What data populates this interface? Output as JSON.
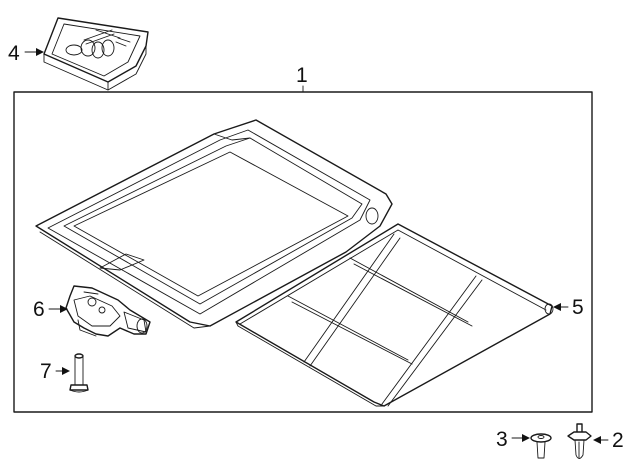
{
  "diagram": {
    "callouts": [
      {
        "id": "1",
        "label": "1"
      },
      {
        "id": "2",
        "label": "2"
      },
      {
        "id": "3",
        "label": "3"
      },
      {
        "id": "4",
        "label": "4"
      },
      {
        "id": "5",
        "label": "5"
      },
      {
        "id": "6",
        "label": "6"
      },
      {
        "id": "7",
        "label": "7"
      }
    ],
    "colors": {
      "line": "#1a1a1a",
      "background": "#ffffff"
    }
  }
}
